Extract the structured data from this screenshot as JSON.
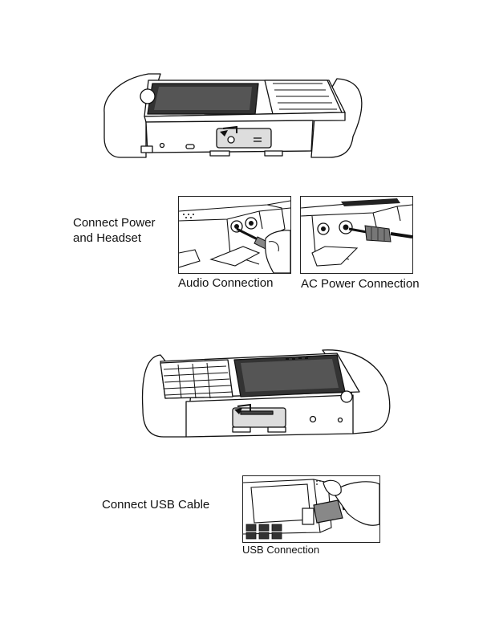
{
  "sections": {
    "power_headset": {
      "heading_line1": "Connect Power",
      "heading_line2": "and Headset",
      "audio_caption": "Audio Connection",
      "ac_caption": "AC Power Connection"
    },
    "usb": {
      "heading": "Connect USB Cable",
      "usb_caption": "USB Connection"
    }
  },
  "icons": {
    "headset_port": "headset-symbol",
    "power_port": "dc-power-symbol",
    "usb_port": "usb-symbol"
  }
}
